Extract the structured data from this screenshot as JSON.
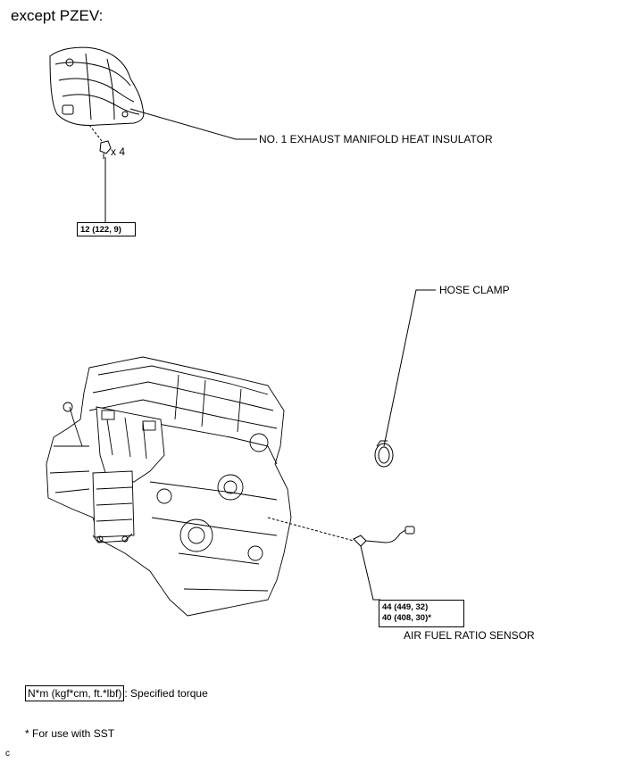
{
  "heading": "except PZEV:",
  "parts": {
    "insulator": "NO. 1 EXHAUST MANIFOLD HEAT INSULATOR",
    "hose_clamp": "HOSE CLAMP",
    "sensor": "AIR FUEL RATIO SENSOR"
  },
  "bolt_qty": "x 4",
  "torques": {
    "insulator_bolts": "12 (122, 9)",
    "sensor_line1": "44 (449, 32)",
    "sensor_line2": "40 (408, 30)*"
  },
  "legend": {
    "unit_box": "N*m (kgf*cm, ft.*lbf)",
    "unit_desc": ": Specified torque",
    "note": "* For use with SST"
  },
  "corner_mark": "c"
}
